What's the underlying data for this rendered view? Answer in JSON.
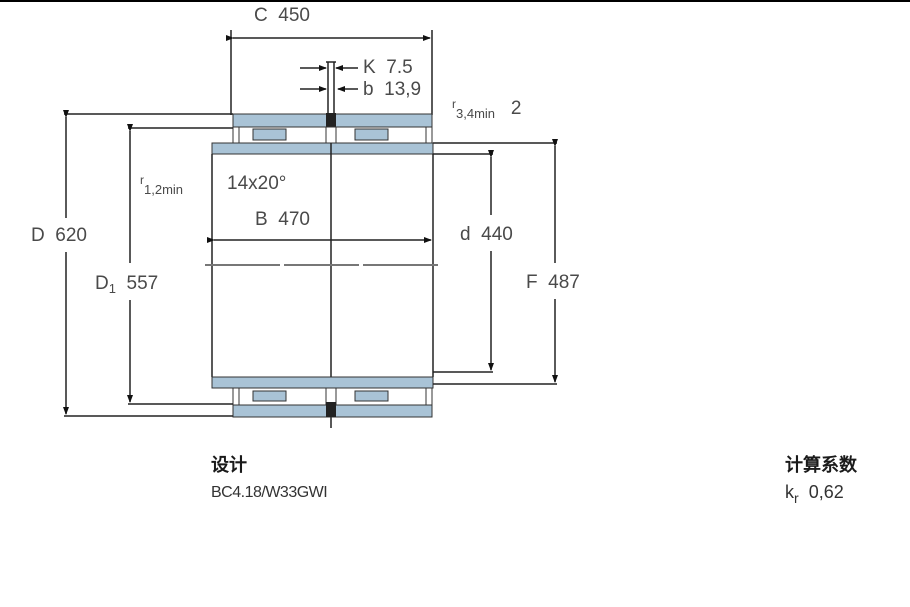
{
  "drawing": {
    "title": "Four-row cylindrical roller bearing cross-section",
    "colors": {
      "ring_fill": "#a9c3d6",
      "line": "#222222",
      "text": "#4a4a4a",
      "background": "#ffffff"
    },
    "dimensions": {
      "C": {
        "symbol": "C",
        "value": "450"
      },
      "K": {
        "symbol": "K",
        "value": "7.5"
      },
      "b": {
        "symbol": "b",
        "value": "13,9"
      },
      "r34": {
        "symbol": "r",
        "sub": "3,4min",
        "value": "2"
      },
      "r12": {
        "symbol": "r",
        "sub": "1,2min",
        "value": ""
      },
      "holes": {
        "value": "14x20°"
      },
      "B": {
        "symbol": "B",
        "value": "470"
      },
      "D": {
        "symbol": "D",
        "value": "620"
      },
      "D1": {
        "symbol": "D",
        "sub": "1",
        "value": "557"
      },
      "d": {
        "symbol": "d",
        "value": "440"
      },
      "F": {
        "symbol": "F",
        "value": "487"
      }
    }
  },
  "designation": {
    "heading": "设计",
    "value": "BC4.18/W33GWI"
  },
  "calculation_factor": {
    "heading": "计算系数",
    "symbol": "k",
    "sub": "r",
    "value": "0,62"
  }
}
